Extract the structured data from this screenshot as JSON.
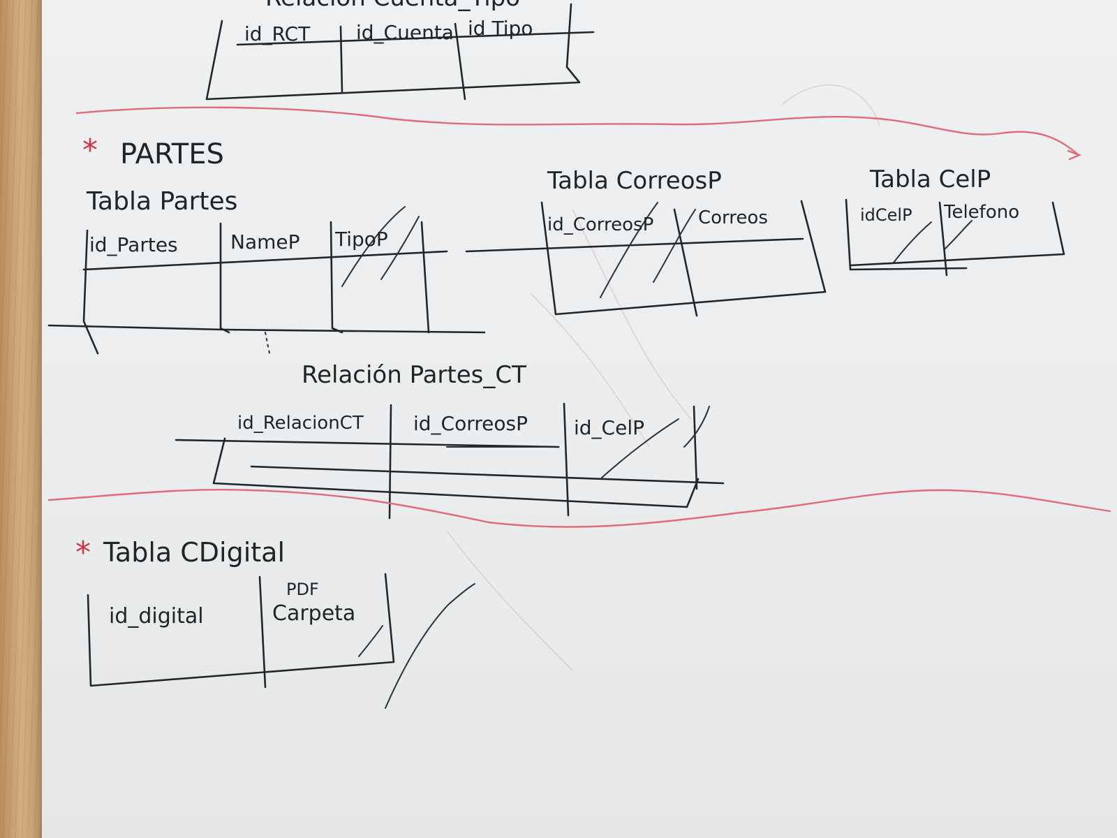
{
  "top_table": {
    "title_partial": "Relación Cuenta_Tipo",
    "columns": [
      "id_RCT",
      "id_Cuenta",
      "id Tipo"
    ]
  },
  "section_partes": {
    "marker": "*",
    "heading": "PARTES",
    "tabla_partes": {
      "title": "Tabla Partes",
      "columns": [
        "id_Partes",
        "NameP",
        "TipoP"
      ]
    },
    "tabla_correos": {
      "title": "Tabla CorreosP",
      "columns": [
        "id_CorreosP",
        "Correos"
      ]
    },
    "tabla_cel": {
      "title": "Tabla CelP",
      "columns": [
        "idCelP",
        "Telefono"
      ]
    },
    "relacion": {
      "title": "Relación Partes_CT",
      "columns": [
        "id_RelacionCT",
        "id_CorreosP",
        "id_CelP"
      ]
    }
  },
  "section_cdigital": {
    "marker": "*",
    "heading": "Tabla CDigital",
    "columns": [
      "id_digital",
      "Carpeta"
    ],
    "annotation": "PDF"
  },
  "colors": {
    "ink": "#20262b",
    "red_marker": "#d2313f",
    "red_divider": "#e06a7a",
    "paper": "#eceeef",
    "wood": "#c9a77c"
  }
}
